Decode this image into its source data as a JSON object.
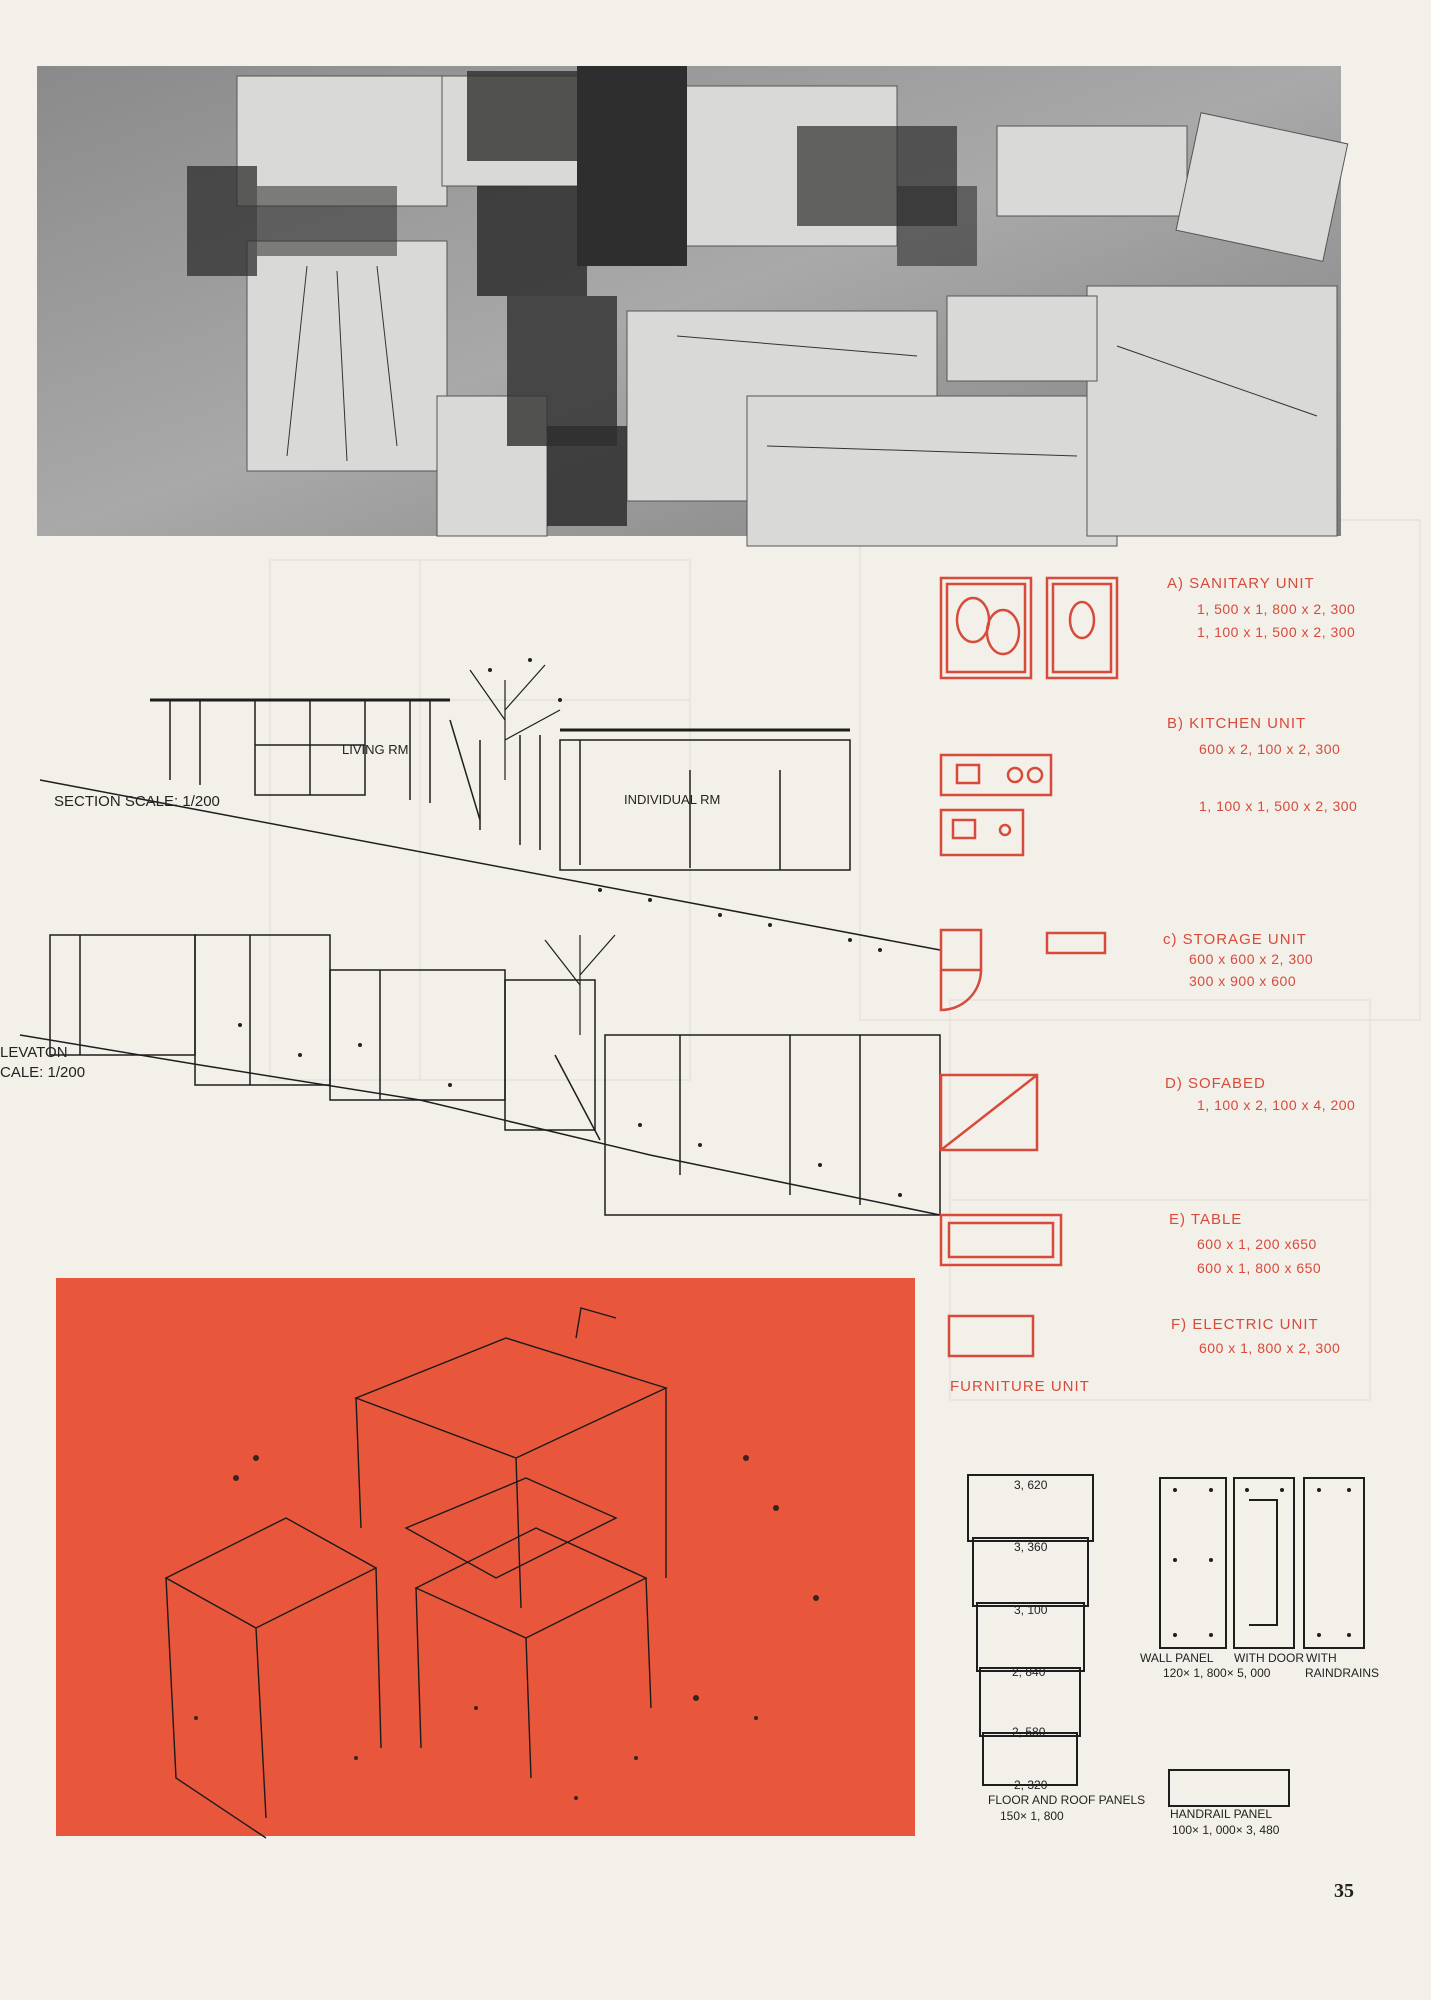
{
  "page": {
    "number": "35"
  },
  "drawings": {
    "section": {
      "caption": "SECTION SCALE: 1/200",
      "rooms": [
        "LIVING RM",
        "INDIVIDUAL RM"
      ]
    },
    "elevation": {
      "caption_line1": "LEVATON",
      "caption_line2": "CALE: 1/200"
    }
  },
  "units": [
    {
      "title": "A) SANITARY UNIT",
      "dims": [
        "1, 500 x 1, 800 x 2, 300",
        "1, 100 x 1, 500 x 2, 300"
      ]
    },
    {
      "title": "B) KITCHEN UNIT",
      "dims": [
        "600 x 2, 100 x 2, 300",
        "1, 100 x 1, 500 x 2, 300"
      ]
    },
    {
      "title": "c) STORAGE UNIT",
      "dims": [
        "600 x 600 x 2, 300",
        "300 x 900 x 600"
      ]
    },
    {
      "title": "D) SOFABED",
      "dims": [
        "1, 100 x 2, 100 x 4, 200"
      ]
    },
    {
      "title": "E) TABLE",
      "dims": [
        "600 x 1, 200 x650",
        "600 x 1, 800 x 650"
      ]
    },
    {
      "title": "F) ELECTRIC UNIT",
      "dims": [
        "600 x 1, 800 x 2, 300"
      ]
    }
  ],
  "furniture_caption": "FURNITURE UNIT",
  "floor_panels": {
    "sizes": [
      "3, 620",
      "3, 360",
      "3, 100",
      "2, 840",
      "2, 580",
      "2, 320"
    ],
    "caption_line1": "FLOOR AND ROOF PANELS",
    "caption_line2": "150× 1, 800"
  },
  "wall_panels": {
    "label_a": "WALL PANEL",
    "label_b": "WITH DOOR",
    "label_c": "WITH",
    "label_d": "RAINDRAINS",
    "dims": "120× 1, 800× 5, 000"
  },
  "handrail_panel": {
    "label": "HANDRAIL PANEL",
    "dims": "100× 1, 000× 3, 480"
  },
  "colors": {
    "accent_red": "#d84a3a",
    "orange_panel": "#e8573c",
    "ink": "#222222",
    "paper": "#f3f0ea"
  }
}
